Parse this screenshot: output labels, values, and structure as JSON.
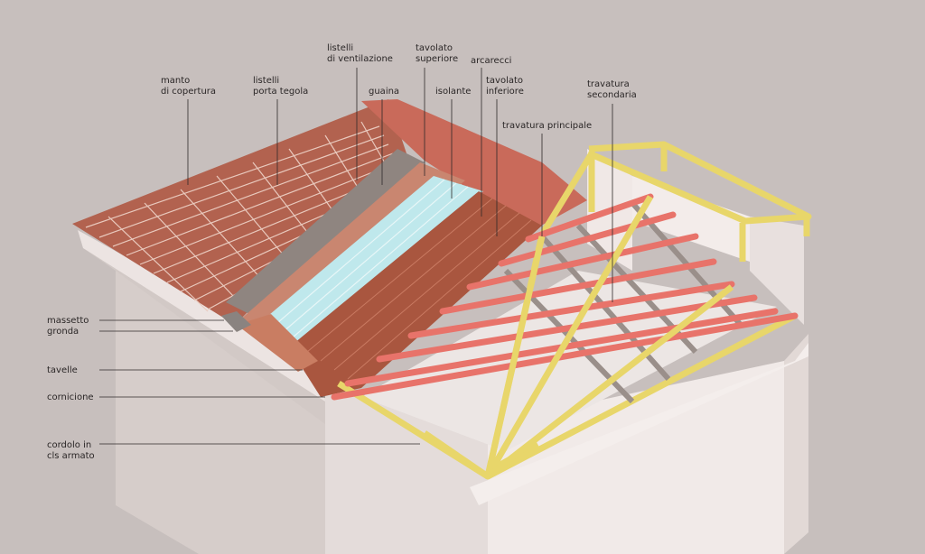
{
  "labels": {
    "manto_di_copertura": [
      "manto",
      "di copertura"
    ],
    "listelli_porta_tegola": [
      "listelli",
      "porta tegola"
    ],
    "listelli_di_ventilazione": [
      "listelli",
      "di ventilazione"
    ],
    "guaina": "guaina",
    "tavolato_superiore": [
      "tavolato",
      "superiore"
    ],
    "isolante": "isolante",
    "arcarecci": "arcarecci",
    "tavolato_inferiore": [
      "tavolato",
      "inferiore"
    ],
    "travatura_principale": "travatura principale",
    "travatura_secondaria": [
      "travatura",
      "secondaria"
    ],
    "massetto": "massetto",
    "gronda": "gronda",
    "tavelle": "tavelle",
    "cornicione": "cornicione",
    "cordolo_in_cls_armato": [
      "cordolo in",
      "cls armato"
    ]
  },
  "colors": {
    "background": "#c7bfbd",
    "wall": "#eee6e4",
    "wall_shadow": "#d8cfcc",
    "tiles": "#c96a5a",
    "battens": "#9c5a4c",
    "wood_deck": "#b56a52",
    "insulation": "#bfe8ec",
    "sheath": "#8f8580",
    "beam_yellow": "#e8d66a",
    "rafter_red": "#e8736a",
    "label_text": "#2a2626"
  }
}
